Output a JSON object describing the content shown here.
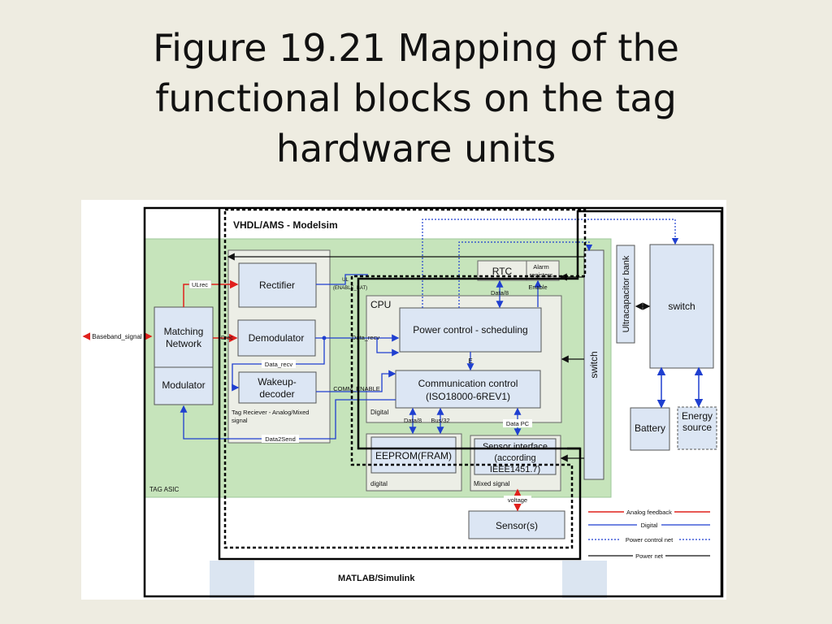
{
  "title": {
    "lines": [
      "Figure 19.21 Mapping of the",
      "functional blocks on the tag",
      "hardware units"
    ]
  },
  "diagram": {
    "vhdl_label": "VHDL/AMS - Modelsim",
    "matlab_label": "MATLAB/Simulink",
    "tag_asic_label": "TAG ASIC",
    "blocks": {
      "matching_network": [
        "Matching",
        "Network"
      ],
      "modulator": "Modulator",
      "rectifier": "Rectifier",
      "demodulator": "Demodulator",
      "wakeup_decoder": [
        "Wakeup-",
        "decoder"
      ],
      "tag_receiver": [
        "Tag Reciever - Analog/Mixed",
        "signal"
      ],
      "rtc": "RTC",
      "alarm_registers": [
        "Alarm",
        "registers"
      ],
      "cpu": "CPU",
      "power_control": "Power control - scheduling",
      "comm_control": [
        "Communication control",
        "(ISO18000-6REV1)"
      ],
      "digital_cpu": "Digital",
      "eeprom": "EEPROM(FRAM)",
      "digital_eeprom": "digital",
      "sensor_interface": [
        "Sensor interface",
        "(according",
        "IEEE1451.7)"
      ],
      "mixed_signal": "Mixed signal",
      "sensors": "Sensor(s)",
      "switch_vertical": "switch",
      "ultracapacitor": "Ultracapacitor bank",
      "switch_box": "switch",
      "battery": "Battery",
      "energy_source": [
        "Energy",
        "source"
      ]
    },
    "signals": {
      "baseband": "Baseband_signal",
      "ulrec": "ULrec",
      "dlrec": "Drec",
      "enable_bat": [
        "UL",
        "(ENABLE_BAT)"
      ],
      "data_recv_1": "Data_recv",
      "data_recv_2": "Data_recv",
      "comm_enable": "COMM_ENABLE",
      "data2send": "Data2Send",
      "data8_rtc": "Data/8",
      "enable": "Enable",
      "e": "E",
      "data8_mem": "Data/8",
      "bus32": "Bus/32",
      "data_pc": "Data PC",
      "voltage": "voltage"
    },
    "legend": {
      "analog": "Analog feedback",
      "digital": "Digital",
      "power_control": "Power control net",
      "power": "Power net"
    },
    "colors": {
      "analog": "#e0201c",
      "digital": "#1f3fd0",
      "asic_green": "#c6e4bb",
      "block_fill": "#dce6f4",
      "group_fill": "#eceee6"
    }
  }
}
